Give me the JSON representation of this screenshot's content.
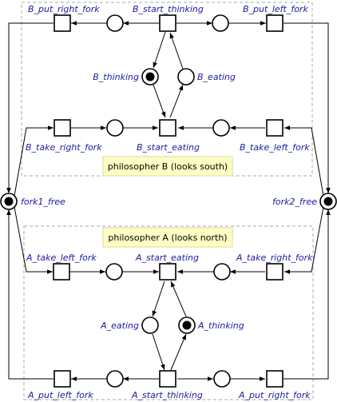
{
  "colors": {
    "label": "#1a1aa0",
    "stroke": "#000000",
    "boundary": "#a8a8a8",
    "note_fill": "#ffffc4",
    "note_stroke": "#d8d8a0"
  },
  "notes": {
    "philosopher_b": "philosopher B (looks south)",
    "philosopher_a": "philosopher A (looks north)"
  },
  "transitions": {
    "b_put_right_fork": "B_put_right_fork",
    "b_start_thinking": "B_start_thinking",
    "b_put_left_fork": "B_put_left_fork",
    "b_take_right_fork": "B_take_right_fork",
    "b_start_eating": "B_start_eating",
    "b_take_left_fork": "B_take_left_fork",
    "a_take_left_fork": "A_take_left_fork",
    "a_start_eating": "A_start_eating",
    "a_take_right_fork": "A_take_right_fork",
    "a_put_left_fork": "A_put_left_fork",
    "a_start_thinking": "A_start_thinking",
    "a_put_right_fork": "A_put_right_fork"
  },
  "places": {
    "b_thinking": {
      "label": "B_thinking",
      "tokens": 1
    },
    "b_eating": {
      "label": "B_eating",
      "tokens": 0
    },
    "fork1_free": {
      "label": "fork1_free",
      "tokens": 1
    },
    "fork2_free": {
      "label": "fork2_free",
      "tokens": 1
    },
    "a_eating": {
      "label": "A_eating",
      "tokens": 0
    },
    "a_thinking": {
      "label": "A_thinking",
      "tokens": 1
    }
  }
}
